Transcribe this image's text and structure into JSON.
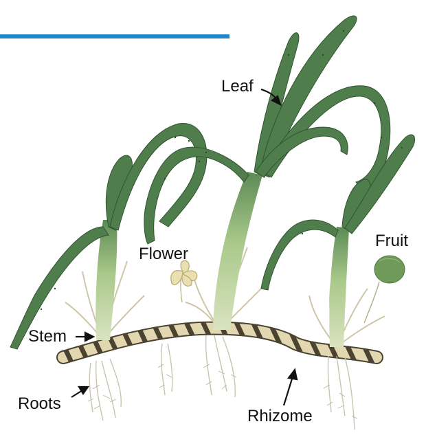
{
  "labels": {
    "leaf": "Leaf",
    "flower": "Flower",
    "fruit": "Fruit",
    "stem": "Stem",
    "roots": "Roots",
    "rhizome": "Rhizome"
  },
  "colors": {
    "header_bar": "#1f86cc",
    "leaf_dark": "#3f6b3f",
    "leaf_mid": "#5c8a55",
    "stem_pale": "#b9d29a",
    "sheath": "#d8cfb4",
    "rhizome_light": "#e2d7b0",
    "rhizome_dark": "#4a4330",
    "root": "#c9c3b0",
    "fruit": "#6f9a59",
    "flower": "#e9dfb0",
    "arrow": "#111111"
  }
}
